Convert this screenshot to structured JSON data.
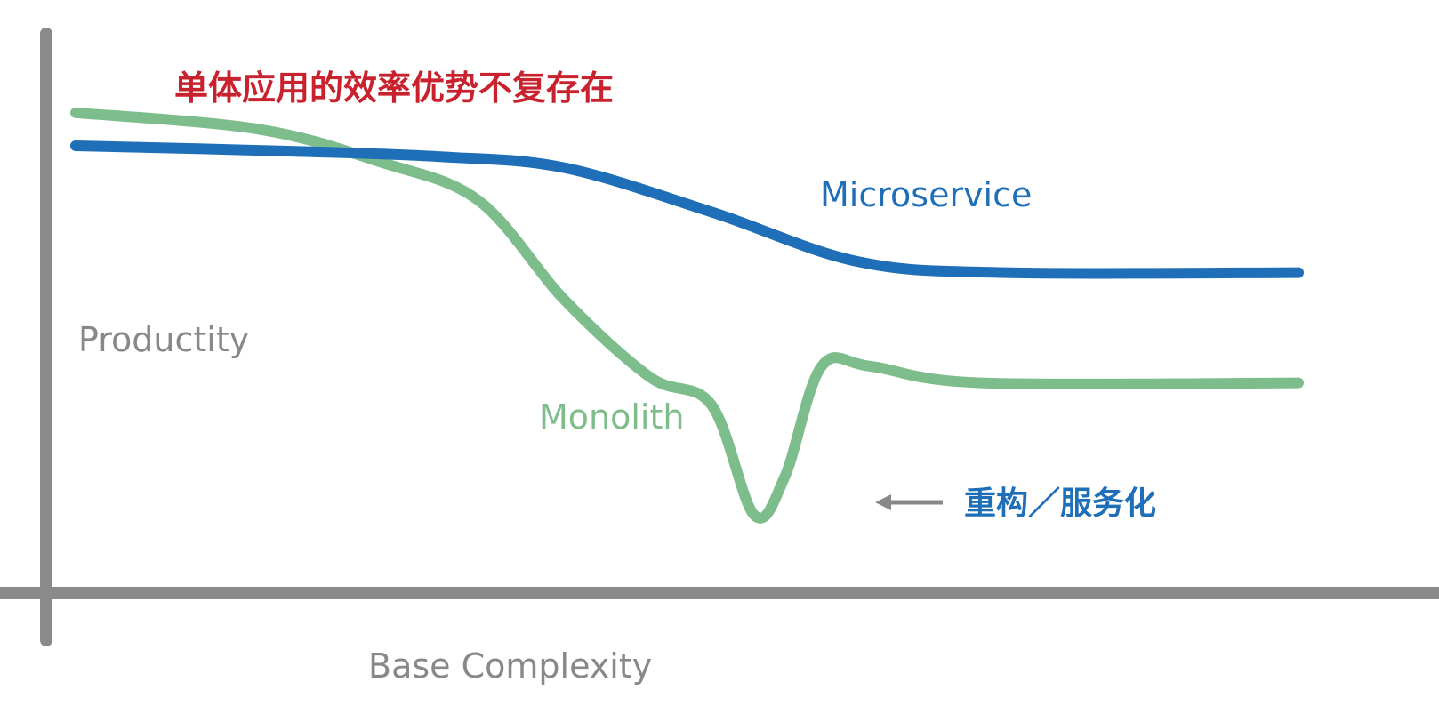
{
  "chart_data": {
    "type": "line",
    "title": "单体应用的效率优势不复存在",
    "xlabel": "Base Complexity",
    "ylabel": "Productity",
    "xlim": [
      0,
      100
    ],
    "ylim": [
      0,
      100
    ],
    "grid": false,
    "series": [
      {
        "name": "Microservice",
        "color": "#1f6fb8",
        "points": [
          [
            0,
            80
          ],
          [
            18,
            79
          ],
          [
            30,
            78
          ],
          [
            40,
            76
          ],
          [
            52,
            68
          ],
          [
            64,
            59
          ],
          [
            76,
            57
          ],
          [
            100,
            57
          ]
        ]
      },
      {
        "name": "Monolith",
        "color": "#7dbd8c",
        "points": [
          [
            0,
            86
          ],
          [
            15,
            83
          ],
          [
            25,
            77
          ],
          [
            33,
            70
          ],
          [
            40,
            52
          ],
          [
            47,
            38
          ],
          [
            52,
            33
          ],
          [
            55.5,
            13
          ],
          [
            58,
            20
          ],
          [
            61,
            40
          ],
          [
            65,
            40
          ],
          [
            74,
            37
          ],
          [
            100,
            37
          ]
        ]
      }
    ],
    "annotations": [
      {
        "text": "重构／服务化",
        "color": "#1f6fb8",
        "arrow_color": "#888888",
        "x": 68,
        "y": 17
      }
    ]
  }
}
